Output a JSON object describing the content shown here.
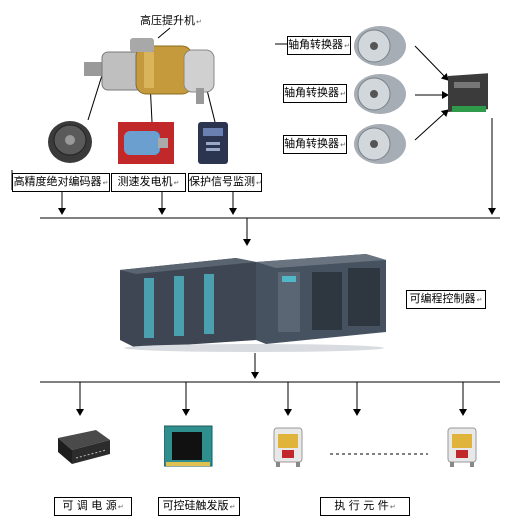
{
  "labels": {
    "hoist": "高压提升机",
    "encoder": "高精度绝对编码器",
    "tachometer": "测速发电机",
    "protection": "保护信号监测",
    "converter_1": "轴角转换器",
    "converter_2": "轴角转换器",
    "converter_3": "轴角转换器",
    "plc": "可编程控制器",
    "power": "可 调 电 源",
    "thyristor": "可控硅触发版",
    "actuator": "执 行 元 件"
  },
  "return_mark": "↵",
  "colors": {
    "line": "#000000",
    "motor_body": "#c9c9c9",
    "motor_brass": "#c49a3c",
    "tach_red": "#c0282a",
    "tach_blue": "#6a9fd0",
    "plc_dark": "#3d4652",
    "plc_accent": "#4fb7c8",
    "board_green": "#2f8f8f",
    "relay_yellow": "#e0b33a"
  },
  "icons": [
    "hoist-motor-icon",
    "encoder-icon",
    "tachometer-icon",
    "protection-monitor-icon",
    "converter-icon",
    "plc-cabinet-icon",
    "power-supply-icon",
    "thyristor-board-icon",
    "relay-icon"
  ]
}
